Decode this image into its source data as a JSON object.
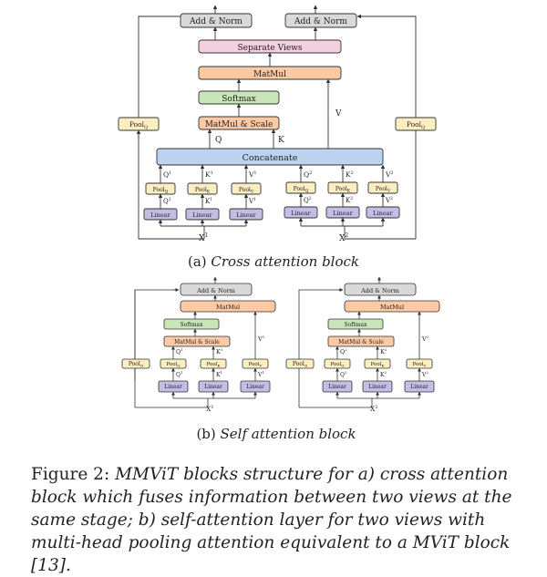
{
  "part_a": {
    "add_norm_left": "Add & Norm",
    "add_norm_right": "Add & Norm",
    "separate_views": "Separate Views",
    "matmul": "MatMul",
    "softmax": "Softmax",
    "matmul_scale": "MatMul & Scale",
    "concatenate": "Concatenate",
    "pool_q_side": "Pool",
    "pool_q_side_sub": "Q",
    "label_q": "Q",
    "label_k": "K",
    "label_v": "V",
    "view1": {
      "pools": [
        {
          "base": "Pool",
          "sub": "Q"
        },
        {
          "base": "Pool",
          "sub": "K"
        },
        {
          "base": "Pool",
          "sub": "V"
        }
      ],
      "pooled_labels": [
        {
          "base": "Q",
          "sup": "1"
        },
        {
          "base": "K",
          "sup": "1"
        },
        {
          "base": "V",
          "sup": "1"
        }
      ],
      "hat_labels": [
        {
          "base": "Q",
          "sup": "1"
        },
        {
          "base": "K",
          "sup": "1"
        },
        {
          "base": "V",
          "sup": "1"
        }
      ],
      "linear": [
        "Linear",
        "Linear",
        "Linear"
      ],
      "input": "X",
      "input_sup": "1"
    },
    "view2": {
      "pools": [
        {
          "base": "Pool",
          "sub": "Q"
        },
        {
          "base": "Pool",
          "sub": "K"
        },
        {
          "base": "Pool",
          "sub": "V"
        }
      ],
      "pooled_labels": [
        {
          "base": "Q",
          "sup": "2"
        },
        {
          "base": "K",
          "sup": "2"
        },
        {
          "base": "V",
          "sup": "2"
        }
      ],
      "hat_labels": [
        {
          "base": "Q",
          "sup": "2"
        },
        {
          "base": "K",
          "sup": "2"
        },
        {
          "base": "V",
          "sup": "2"
        }
      ],
      "linear": [
        "Linear",
        "Linear",
        "Linear"
      ],
      "input": "X",
      "input_sup": "2"
    },
    "caption_prefix": "(a) ",
    "caption_em": "Cross attention block"
  },
  "part_b": {
    "blocks": [
      {
        "add_norm": "Add & Norm",
        "matmul": "MatMul",
        "softmax": "Softmax",
        "matmul_scale": "MatMul & Scale",
        "pool_side": "Pool",
        "pool_side_sub": "Q",
        "v_label": {
          "base": "V",
          "sup": "1"
        },
        "pools": [
          {
            "base": "Pool",
            "sub": "Q"
          },
          {
            "base": "Pool",
            "sub": "K"
          },
          {
            "base": "Pool",
            "sub": "V"
          }
        ],
        "pooled_labels": [
          {
            "base": "Q",
            "sup": "1"
          },
          {
            "base": "K",
            "sup": "1"
          }
        ],
        "hat_labels": [
          {
            "base": "Q",
            "sup": "1"
          },
          {
            "base": "K",
            "sup": "1"
          },
          {
            "base": "V",
            "sup": "1"
          }
        ],
        "linear": [
          "Linear",
          "Linear",
          "Linear"
        ],
        "input": "X",
        "input_sup": "1"
      },
      {
        "add_norm": "Add & Norm",
        "matmul": "MatMul",
        "softmax": "Softmax",
        "matmul_scale": "MatMul & Scale",
        "pool_side": "Pool",
        "pool_side_sub": "Q",
        "v_label": {
          "base": "V",
          "sup": "2"
        },
        "pools": [
          {
            "base": "Pool",
            "sub": "Q"
          },
          {
            "base": "Pool",
            "sub": "K"
          },
          {
            "base": "Pool",
            "sub": "V"
          }
        ],
        "pooled_labels": [
          {
            "base": "Q",
            "sup": "2"
          },
          {
            "base": "K",
            "sup": "2"
          }
        ],
        "hat_labels": [
          {
            "base": "Q",
            "sup": "2"
          },
          {
            "base": "K",
            "sup": "2"
          },
          {
            "base": "V",
            "sup": "2"
          }
        ],
        "linear": [
          "Linear",
          "Linear",
          "Linear"
        ],
        "input": "X",
        "input_sup": "2"
      }
    ],
    "caption_prefix": "(b) ",
    "caption_em": "Self attention block"
  },
  "caption": {
    "label": "Figure 2: ",
    "text": "MMViT blocks structure for a) cross attention block which fuses information between two views at the same stage; b) self-attention layer for two views with multi-head pooling attention equivalent to a MViT block [13]."
  },
  "colors": {
    "gray_box": "#d9d9d9",
    "pink_box": "#f4cfe0",
    "orange_box": "#fbc9a3",
    "green_box": "#c8e6b8",
    "blue_box": "#bcd3f0",
    "yellow_box": "#fbefc2",
    "purple_box": "#c5bde6",
    "stroke": "#333333"
  }
}
